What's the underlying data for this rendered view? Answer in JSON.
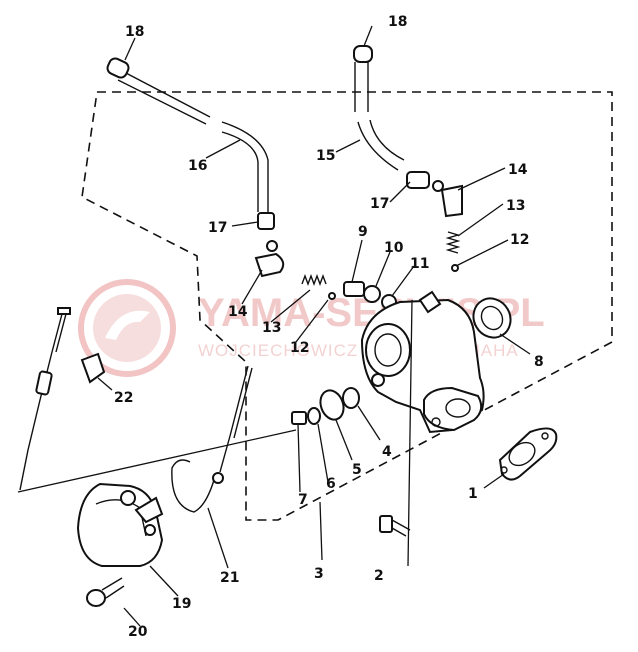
{
  "watermark": {
    "brand": "YAMA-SERWIS.PL",
    "tagline": "WOJCIECHOWICZ SERWIS YAMAHA"
  },
  "callouts": [
    {
      "id": "p1",
      "text": "1"
    },
    {
      "id": "p2",
      "text": "2"
    },
    {
      "id": "p3",
      "text": "3"
    },
    {
      "id": "p4",
      "text": "4"
    },
    {
      "id": "p5",
      "text": "5"
    },
    {
      "id": "p6",
      "text": "6"
    },
    {
      "id": "p7",
      "text": "7"
    },
    {
      "id": "p8",
      "text": "8"
    },
    {
      "id": "p9",
      "text": "9"
    },
    {
      "id": "p10",
      "text": "10"
    },
    {
      "id": "p11",
      "text": "11"
    },
    {
      "id": "p12a",
      "text": "12"
    },
    {
      "id": "p12b",
      "text": "12"
    },
    {
      "id": "p13a",
      "text": "13"
    },
    {
      "id": "p13b",
      "text": "13"
    },
    {
      "id": "p14a",
      "text": "14"
    },
    {
      "id": "p14b",
      "text": "14"
    },
    {
      "id": "p15",
      "text": "15"
    },
    {
      "id": "p16",
      "text": "16"
    },
    {
      "id": "p17a",
      "text": "17"
    },
    {
      "id": "p17b",
      "text": "17"
    },
    {
      "id": "p18a",
      "text": "18"
    },
    {
      "id": "p18b",
      "text": "18"
    },
    {
      "id": "p19",
      "text": "19"
    },
    {
      "id": "p20",
      "text": "20"
    },
    {
      "id": "p21",
      "text": "21"
    },
    {
      "id": "p22",
      "text": "22"
    }
  ]
}
